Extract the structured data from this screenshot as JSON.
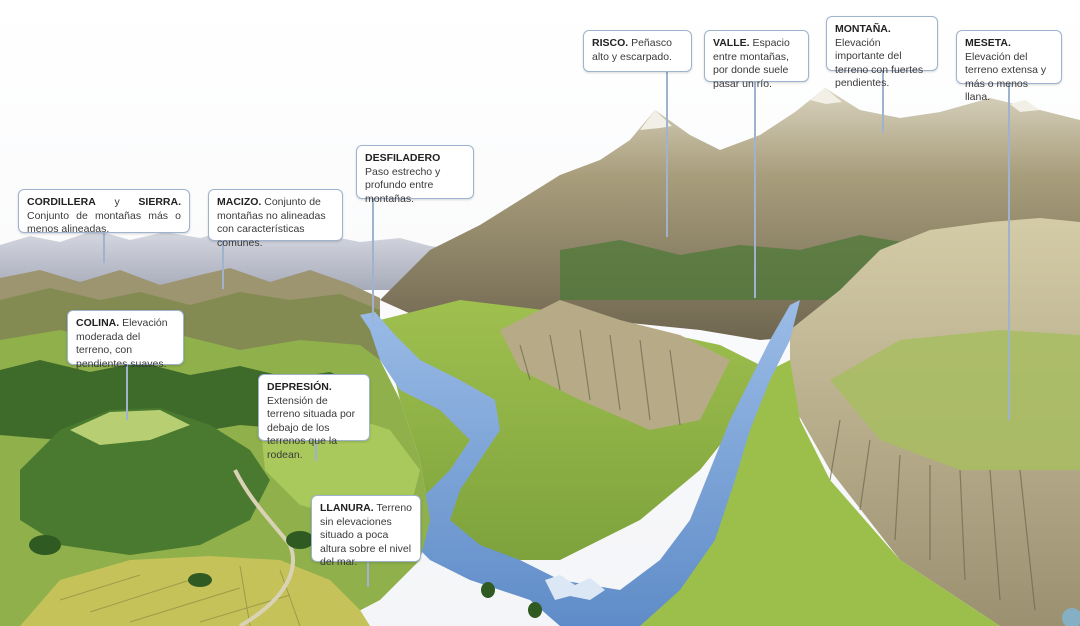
{
  "labels": {
    "cordillera": {
      "term": "CORDILLERA",
      "join": " y ",
      "term2": "SIERRA.",
      "text": " Conjunto de montañas más o menos alineadas."
    },
    "macizo": {
      "term": "MACIZO.",
      "text": " Conjunto de montañas no alineadas con características comunes."
    },
    "desfiladero": {
      "term": "DESFILADERO",
      "text": " Paso estrecho y profundo entre montañas."
    },
    "risco": {
      "term": "RISCO.",
      "text": " Peñasco alto y escarpado."
    },
    "valle": {
      "term": "VALLE.",
      "text": " Espacio entre montañas, por donde suele pasar un río."
    },
    "montana": {
      "term": "MONTAÑA.",
      "text": " Elevación importante del terreno con fuertes pendientes."
    },
    "meseta": {
      "term": "MESETA.",
      "text": " Elevación del terreno extensa y más o menos llana."
    },
    "colina": {
      "term": "COLINA.",
      "text": " Elevación moderada del terreno, con pendientes suaves."
    },
    "depresion": {
      "term": "DEPRESIÓN.",
      "text": " Extensión de terreno situada por debajo de los terrenos que la rodean."
    },
    "llanura": {
      "term": "LLANURA.",
      "text": " Terreno sin elevaciones situado a poca altura sobre el nivel del mar."
    }
  },
  "colors": {
    "sky": "#ffffff",
    "distant_range": "#b9bcc9",
    "forest": "#3f6b2a",
    "meadow": "#8fb34a",
    "light_meadow": "#b5cf6a",
    "rock": "#a69a78",
    "rock_dark": "#6e6650",
    "river": "#6f9ad2",
    "box_border": "#9fb3cf"
  }
}
